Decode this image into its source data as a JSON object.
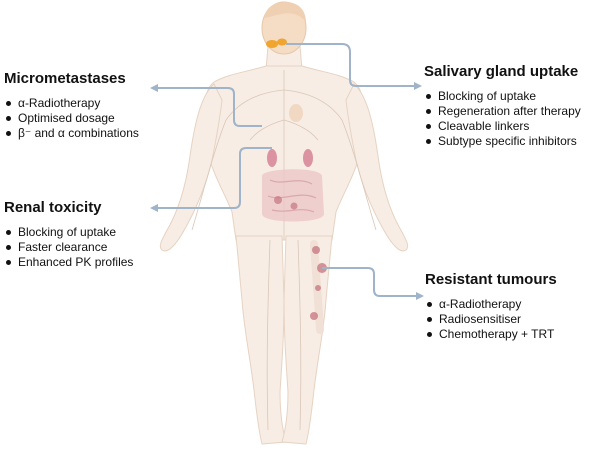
{
  "colors": {
    "arrow": "#9fb3c9",
    "body_fill": "#f7ede4",
    "body_stroke": "#e6d3c3",
    "head_fill": "#f5dcc4",
    "salivary_gland": "#f0a020",
    "kidney": "#d98a9a",
    "intestine": "#e8c5c5",
    "lesion": "#c77a85",
    "text": "#111111"
  },
  "panels": {
    "micrometastases": {
      "title": "Micrometastases",
      "items": [
        "α-Radiotherapy",
        "Optimised dosage",
        "β⁻ and α combinations"
      ]
    },
    "renal_toxicity": {
      "title": "Renal toxicity",
      "items": [
        "Blocking of uptake",
        "Faster clearance",
        "Enhanced PK profiles"
      ]
    },
    "salivary_gland_uptake": {
      "title": "Salivary gland uptake",
      "items": [
        "Blocking of uptake",
        "Regeneration after therapy",
        "Cleavable linkers",
        "Subtype specific inhibitors"
      ]
    },
    "resistant_tumours": {
      "title": "Resistant tumours",
      "items": [
        "α-Radiotherapy",
        "Radiosensitiser",
        "Chemotherapy + TRT"
      ]
    }
  }
}
